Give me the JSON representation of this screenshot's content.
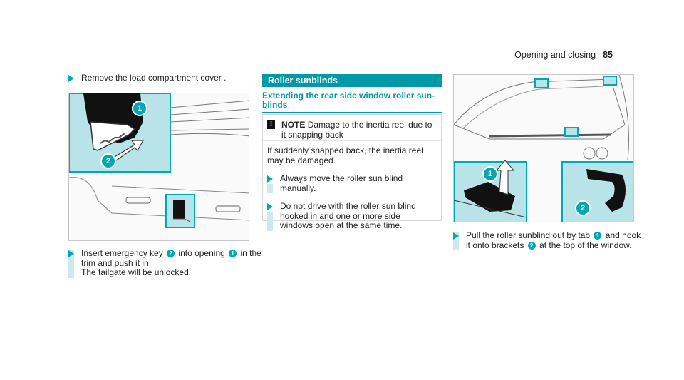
{
  "header": {
    "section_title": "Opening and closing",
    "page_number": "85"
  },
  "left_column": {
    "step1": "Remove the load compartment cover .",
    "step2_a": "Insert emergency key",
    "step2_key_ref": "2",
    "step2_b": "into opening",
    "step2_opening_ref": "1",
    "step2_c": "in the trim and push it in.",
    "step2_result": "The tailgate will be unlocked.",
    "figure_callouts": [
      "1",
      "2"
    ]
  },
  "middle_column": {
    "section_title": "Roller sunblinds",
    "subheading": "Extending the rear side window roller sun-blinds",
    "note": {
      "icon": "!",
      "label": "NOTE",
      "title": "Damage to the inertia reel due to it snapping back",
      "body": "If suddenly snapped back, the inertia reel may be damaged.",
      "steps": [
        "Always move the roller sun blind manually.",
        "Do not drive with the roller sun blind hooked in and one or more side windows open at the same time."
      ]
    }
  },
  "right_column": {
    "step_a": "Pull the roller sunblind out by tab",
    "tab_ref": "1",
    "step_b": "and hook it onto brackets",
    "bracket_ref": "2",
    "step_c": "at the top of the window.",
    "figure_callouts": [
      "1",
      "2"
    ]
  },
  "colors": {
    "accent": "#00a8b4",
    "section_bar": "#0099a8",
    "highlight_fill": "#b8e3e8"
  }
}
